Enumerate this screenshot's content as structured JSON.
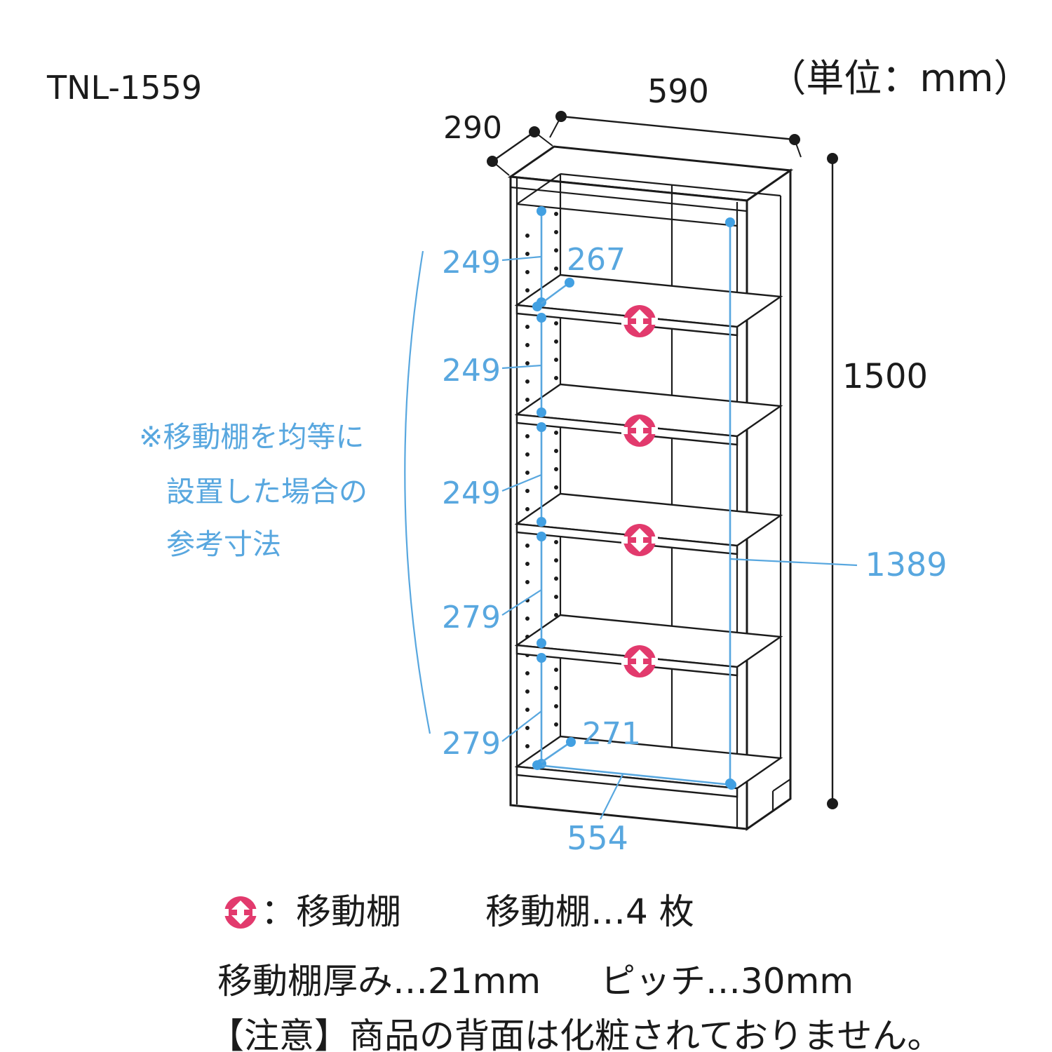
{
  "title": {
    "model": "TNL-1559",
    "unit": "（単位：mm）"
  },
  "dims": {
    "width": "590",
    "depth": "290",
    "height": "1500",
    "inner_height": "1389",
    "bottom_inner_width": "554",
    "top_shelf_depth": "267",
    "bottom_shelf_depth": "271",
    "gaps": [
      "249",
      "249",
      "249",
      "279",
      "279"
    ]
  },
  "note": {
    "line1": "※移動棚を均等に",
    "line2": "設置した場合の",
    "line3": "参考寸法"
  },
  "legend": {
    "shelf_label": "：移動棚",
    "shelf_count": "移動棚…4 枚",
    "thickness": "移動棚厚み…21mm",
    "pitch": "ピッチ…30mm",
    "caution": "【注意】商品の背面は化粧されておりません。"
  },
  "colors": {
    "blue": "#58a7df",
    "pink": "#e23a6d",
    "line": "#1b1b1b"
  }
}
